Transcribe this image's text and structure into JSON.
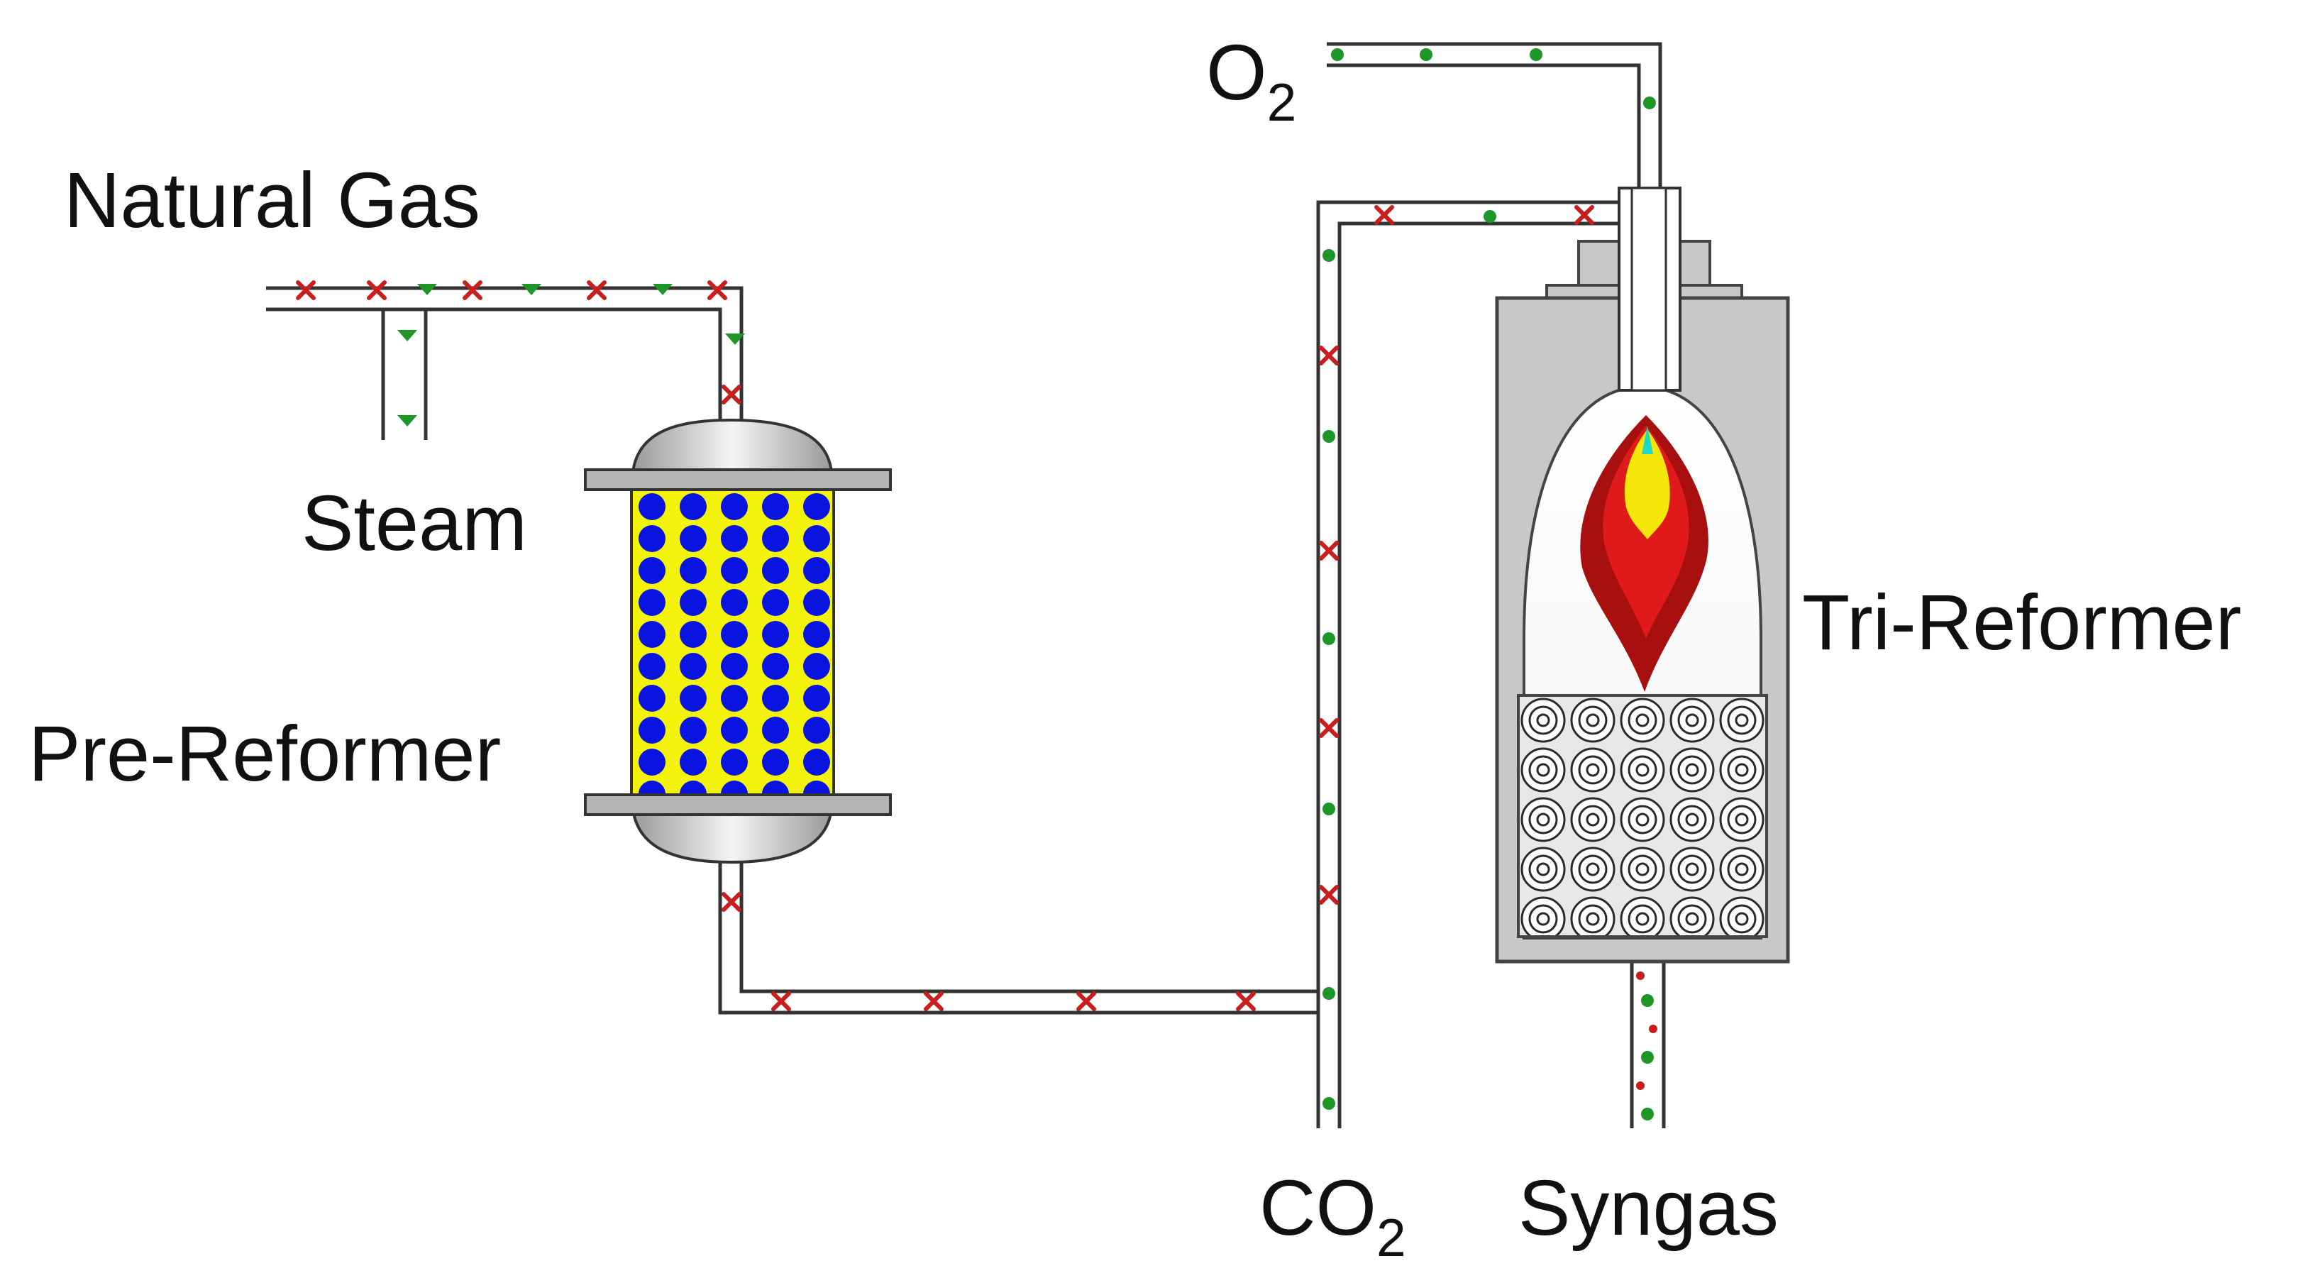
{
  "labels": {
    "natural_gas": "Natural Gas",
    "steam": "Steam",
    "pre_reformer": "Pre-Reformer",
    "o2_main": "O",
    "o2_sub": "2",
    "co2_main": "CO",
    "co2_sub": "2",
    "syngas": "Syngas",
    "tri_reformer": "Tri-Reformer"
  },
  "colors": {
    "pipe_stroke": "#333333",
    "pipe_fill": "#ffffff",
    "vessel_gray": "#c8c8c8",
    "vessel_gray_dark": "#a0a0a0",
    "catalyst_bed": "#f2f20a",
    "catalyst_ball": "#0a14e0",
    "flame_outer": "#a80f0f",
    "flame_mid": "#e01a1a",
    "flame_core": "#f5e60a",
    "molecule_red": "#c81e1e",
    "molecule_green": "#1e9628"
  }
}
